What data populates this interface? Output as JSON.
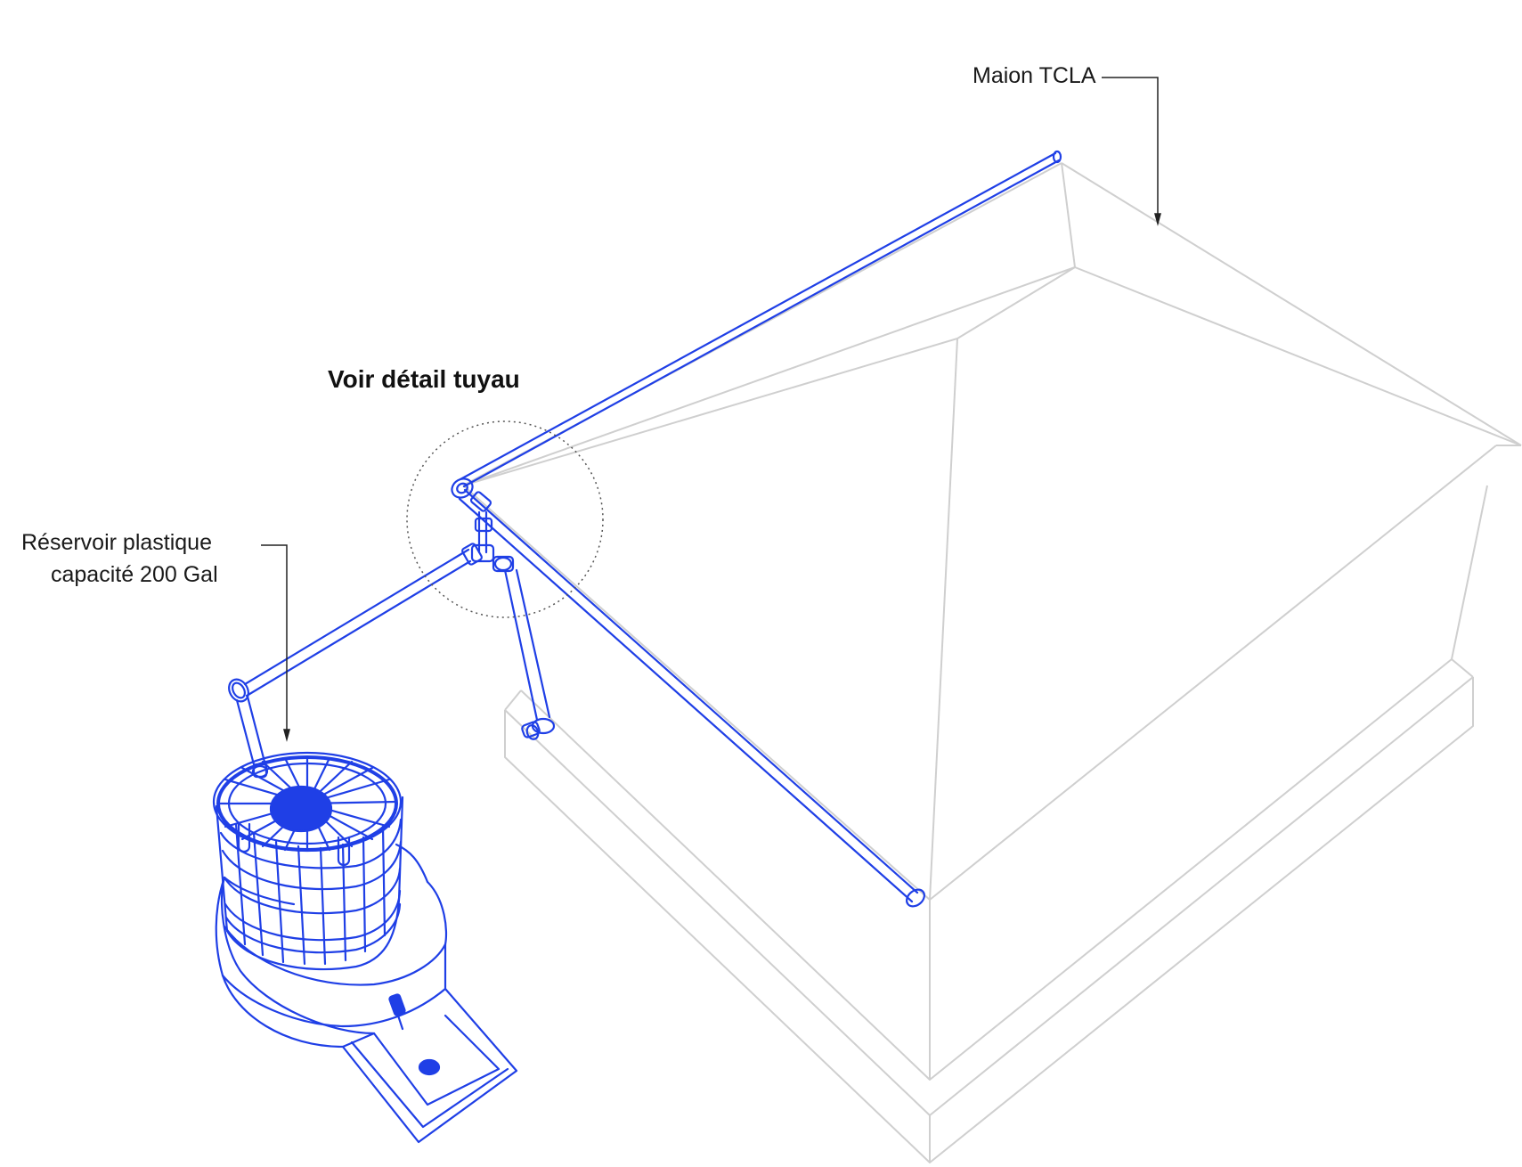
{
  "labels": {
    "house": "Maion TCLA",
    "tank_line1": "Réservoir plastique",
    "tank_line2": "capacité 200 Gal",
    "detail": "Voir détail tuyau"
  },
  "colors": {
    "house_lines": "#cfcfcf",
    "piping": "#1f3fe6",
    "leader": "#222222",
    "detail_circle": "#555555",
    "background": "#ffffff"
  }
}
